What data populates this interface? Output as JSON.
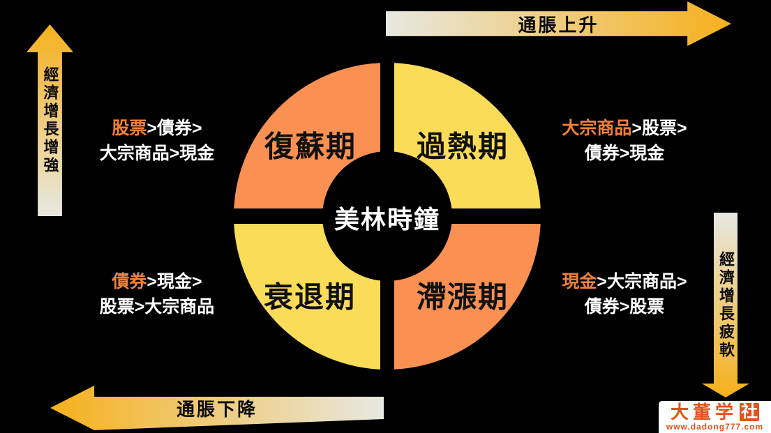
{
  "title": "美林時鐘",
  "colors": {
    "background": "#000000",
    "orange_segment": "#FA9052",
    "yellow_segment": "#FBDC58",
    "divider_black": "#000000",
    "arrow_light": "#E7E8E1",
    "arrow_amber": "#F6B01B",
    "highlight_orange": "#F08038",
    "brand_red": "#E4521B"
  },
  "arrows": {
    "top": {
      "label": "通脹上升"
    },
    "bottom": {
      "label": "通脹下降"
    },
    "left": {
      "label": "經濟增長增強"
    },
    "right": {
      "label": "經濟增長疲軟"
    }
  },
  "quadrants": {
    "recovery": {
      "label": "復蘇期"
    },
    "overheat": {
      "label": "過熱期"
    },
    "recession": {
      "label": "衰退期"
    },
    "stagflation": {
      "label": "滯漲期"
    }
  },
  "allocations": {
    "recovery": {
      "highlight": "股票",
      "after": ">債券>",
      "line2": "大宗商品>現金"
    },
    "overheat": {
      "highlight": "大宗商品",
      "after": ">股票>",
      "line2": "債券>現金"
    },
    "recession": {
      "highlight": "債券",
      "after": ">現金>",
      "line2": "股票>大宗商品"
    },
    "stagflation": {
      "highlight": "現金",
      "after": ">大宗商品>",
      "line2": "債券>股票"
    }
  },
  "watermark": {
    "brand_prefix": "大董学",
    "brand_suffix": "社",
    "url": "www.dadong777.com"
  }
}
